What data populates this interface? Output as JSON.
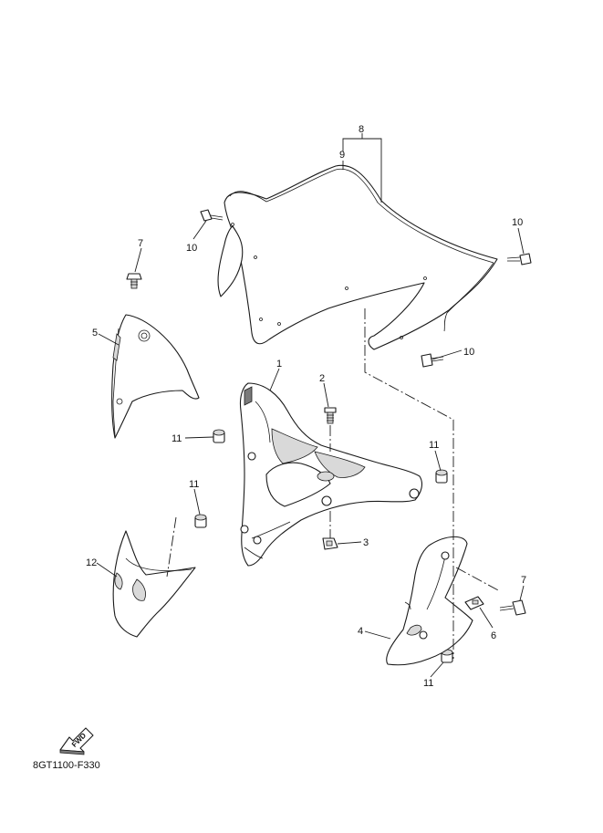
{
  "callouts": {
    "c1": "1",
    "c2": "2",
    "c3": "3",
    "c4": "4",
    "c5": "5",
    "c6": "6",
    "c7a": "7",
    "c7b": "7",
    "c8": "8",
    "c9": "9",
    "c10a": "10",
    "c10b": "10",
    "c10c": "10",
    "c11a": "11",
    "c11b": "11",
    "c11c": "11",
    "c11d": "11",
    "c12": "12"
  },
  "fwd_label": "FWD",
  "reference_code": "8GT1100-F330"
}
